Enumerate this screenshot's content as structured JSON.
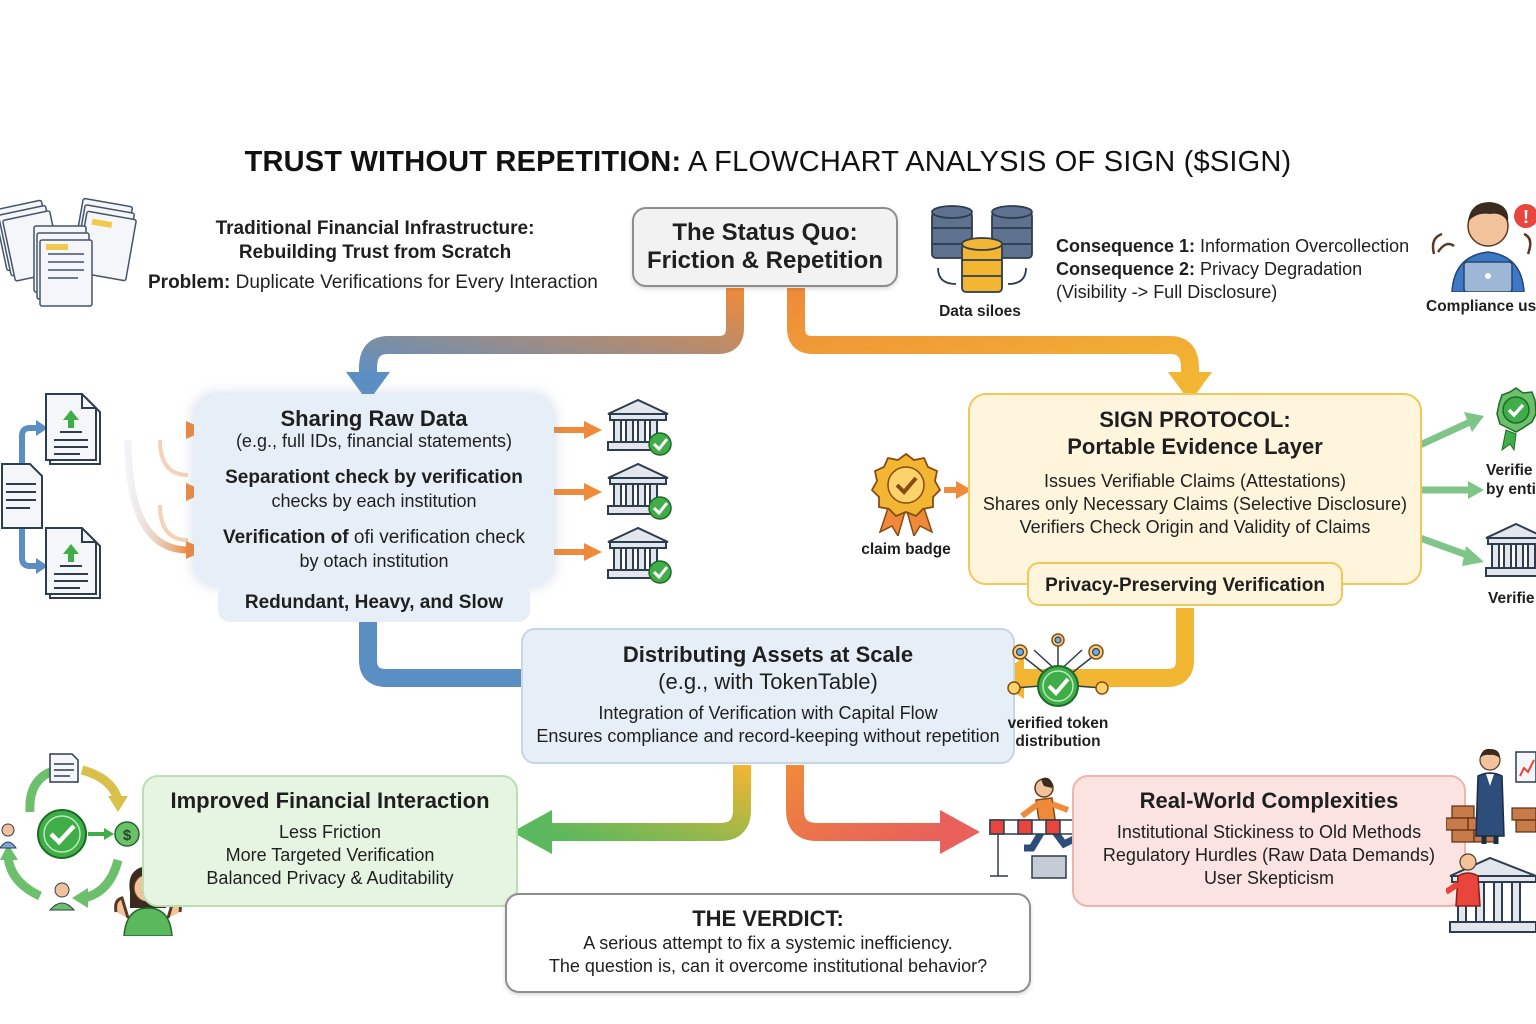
{
  "title": {
    "bold": "TRUST WITHOUT REPETITION:",
    "rest": " A FLOWCHART ANALYSIS OF SIGN ($SIGN)"
  },
  "traditional": {
    "line1": "Traditional Financial Infrastructure:",
    "line2": "Rebuilding Trust from Scratch",
    "problem_label": "Problem:",
    "problem_text": " Duplicate Verifications for Every Interaction"
  },
  "status_quo": {
    "line1": "The Status Quo:",
    "line2": "Friction & Repetition"
  },
  "data_siloes": {
    "label": "Data siloes"
  },
  "consequences": {
    "c1_label": "Consequence 1:",
    "c1_text": " Information Overcollection",
    "c2_label": "Consequence 2:",
    "c2_text": " Privacy Degradation",
    "c2_sub": "(Visibility -> Full Disclosure)"
  },
  "compliance_user": {
    "label": "Compliance us"
  },
  "raw_data": {
    "title": "Sharing Raw Data",
    "subtitle": "(e.g., full IDs, financial statements)",
    "item1_line1": "Separationt check by verification",
    "item1_line2": "checks by each institution",
    "item2_line1_a": "Verification of ",
    "item2_line1_b": "ofi",
    "item2_line1_c": " verification check",
    "item2_line2": "by otach institution",
    "footer": "Redundant, Heavy, and Slow"
  },
  "sign_protocol": {
    "title1": "SIGN PROTOCOL:",
    "title2": "Portable Evidence Layer",
    "line1": "Issues Verifiable Claims (Attestations)",
    "line2": "Shares only Necessary Claims (Selective Disclosure)",
    "line3": "Verifiers Check Origin and Validity of Claims",
    "footer": "Privacy-Preserving Verification"
  },
  "claim_badge": {
    "label": "claim badge"
  },
  "right_edge": {
    "label1a": "Verifie",
    "label1b": "by enti",
    "label2": "Verifie"
  },
  "distributing": {
    "title": "Distributing Assets at Scale",
    "subtitle": "(e.g., with TokenTable)",
    "line1": "Integration of Verification with Capital Flow",
    "line2": "Ensures compliance and record-keeping without repetition"
  },
  "token_dist": {
    "line1": "verified token",
    "line2": "distribution"
  },
  "improved": {
    "title": "Improved Financial Interaction",
    "line1": "Less Friction",
    "line2": "More Targeted Verification",
    "line3": "Balanced Privacy & Auditability"
  },
  "real_world": {
    "title": "Real-World Complexities",
    "line1": "Institutional Stickiness to Old Methods",
    "line2": "Regulatory Hurdles (Raw Data Demands)",
    "line3": "User Skepticism"
  },
  "verdict": {
    "title": "THE VERDICT:",
    "line1": "A serious attempt to fix a systemic inefficiency.",
    "line2": "The question is, can it overcome institutional behavior?"
  },
  "icons": {
    "money_symbol": "$",
    "exclamation": "!"
  },
  "colors": {
    "blue_arrow": "#5b8fc4",
    "orange_arrow": "#ef8a3a",
    "yellow_arrow": "#f2b632",
    "green_arrow": "#5cb85c",
    "red_arrow": "#e8615a",
    "raw_data_fill": "#e6eef7",
    "sign_fill": "#fff5dc",
    "sign_border": "#f1c75a",
    "improved_fill": "#e5f5e2",
    "real_world_fill": "#fbe3e1",
    "check_green": "#3fae48"
  }
}
